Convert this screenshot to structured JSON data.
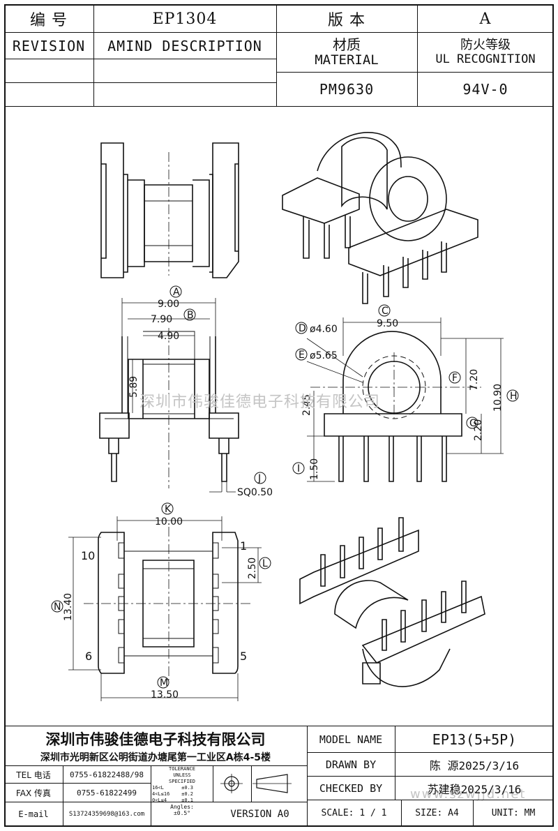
{
  "header": {
    "part_no_label": "编 号",
    "part_no": "EP1304",
    "version_label": "版 本",
    "version": "A",
    "revision_label": "REVISION",
    "desc_label": "AMIND DESCRIPTION",
    "material_label_cn": "材质",
    "material_label_en": "MATERIAL",
    "material": "PM9630",
    "ul_label_cn": "防火等级",
    "ul_label_en": "UL RECOGNITION",
    "ul": "94V-0"
  },
  "dimensions": {
    "A": "9.00",
    "B": "7.90",
    "b_inner": "4.90",
    "h_589": "5.89",
    "C": "9.50",
    "D": "ø4.60",
    "E": "ø5.65",
    "F": "7.20",
    "G": "2.20",
    "H": "10.90",
    "I": "1.50",
    "h_245": "2.45",
    "J": "SQ0.50",
    "K": "10.00",
    "L": "2.50",
    "M": "13.50",
    "N": "13.40",
    "pin_1": "1",
    "pin_5": "5",
    "pin_6": "6",
    "pin_10": "10"
  },
  "markers": [
    "A",
    "B",
    "C",
    "D",
    "E",
    "F",
    "G",
    "H",
    "I",
    "J",
    "K",
    "L",
    "M",
    "N"
  ],
  "watermark": "深圳市伟骏佳德电子科技有限公司",
  "watermark_site": "www.szwjjd.net",
  "title_block": {
    "company": "深圳市伟骏佳德电子科技有限公司",
    "address": "深圳市光明新区公明街道办塘尾第一工业区A栋4-5楼",
    "tel_label": "TEL 电话",
    "tel": "0755-61822488/98",
    "fax_label": "FAX 传真",
    "fax": "0755-61822499",
    "email_label": "E-mail",
    "email": "S13724359698@163.com",
    "tolerance_title": "TOLERANCE",
    "tolerance_sub1": "UNLESS",
    "tolerance_sub2": "SPECIFIED",
    "tol1": "16<L      ±0.3",
    "tol2": "4<L≤16    ±0.2",
    "tol3": "0<L≤4     ±0.1",
    "tol4": "Angles:",
    "tol5": "±0.5°",
    "version": "VERSION A0",
    "model_label": "MODEL NAME",
    "model": "EP13(5+5P)",
    "drawn_label": "DRAWN BY",
    "drawn": "陈 源2025/3/16",
    "checked_label": "CHECKED BY",
    "checked": "苏建稳2025/3/16",
    "scale": "SCALE: 1 / 1",
    "size": "SIZE: A4",
    "unit": "UNIT: MM"
  }
}
